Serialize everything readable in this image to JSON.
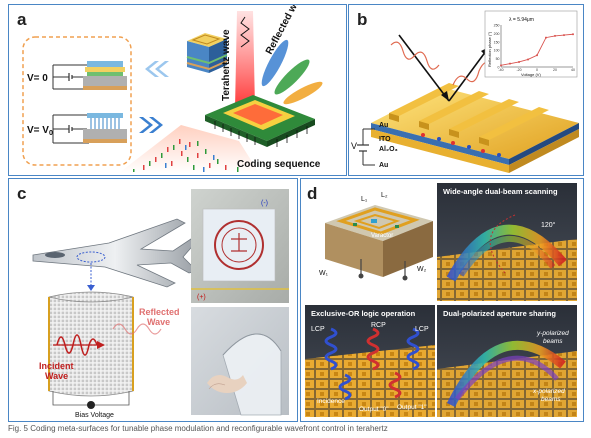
{
  "panel_a": {
    "letter": "a",
    "voltage_top": "V= 0",
    "voltage_bottom": "V= V",
    "voltage_bottom_sub": "0",
    "terahertz_label": "Terahertz wave",
    "reflected_label": "Reflected wave",
    "coding_label": "Coding sequence"
  },
  "panel_b": {
    "letter": "b",
    "inset_title": "λ = 5.94μm",
    "inset_ylabel": "Reflection phase (°)",
    "inset_xlabel": "Voltage (V)",
    "inset_yticks": [
      "250",
      "200",
      "150",
      "100",
      "50",
      "0"
    ],
    "inset_xticks": [
      "-40",
      "-20",
      "0",
      "20",
      "40"
    ],
    "layer_au_top": "Au",
    "layer_ito": "ITO",
    "layer_al2o3": "Al₂O₃",
    "layer_au_bottom": "Au",
    "voltage_label": "V"
  },
  "panel_c": {
    "letter": "c",
    "incident_label": "Incident\nWave",
    "reflected_label": "Reflected\nWave",
    "bias_label": "Bias Voltage",
    "minus_label": "(-)",
    "plus_label": "(+)"
  },
  "panel_d": {
    "letter": "d",
    "dim_l1": "L₁",
    "dim_l2": "L₂",
    "dim_w1": "W₁",
    "dim_w2": "W₂",
    "varactor_label": "Varactor",
    "scan_title": "Wide-angle dual-beam scanning",
    "angle_label": "120°",
    "xor_title": "Exclusive-OR logic operation",
    "lcp_left": "LCP",
    "rcp_label": "RCP",
    "lcp_right": "LCP",
    "incidence_label": "Incidence",
    "output0_label": "Output \"0\"",
    "output1_label": "Output \"1\"",
    "aperture_title": "Dual-polarized aperture sharing",
    "ypol_label": "y-polarized\nbeams",
    "xpol_label": "x-polarized\nbeams"
  },
  "inset_chart": {
    "chart_data": {
      "type": "line",
      "x": [
        -40,
        -30,
        -20,
        -10,
        0,
        10,
        20,
        30,
        40
      ],
      "y": [
        10,
        20,
        30,
        45,
        70,
        175,
        185,
        190,
        195
      ],
      "xlim": [
        -40,
        40
      ],
      "ylim": [
        0,
        250
      ]
    },
    "line_color": "#d9534f"
  },
  "caption": {
    "text": "Fig. 5 Coding meta-surfaces for tunable phase modulation and reconfigurable wavefront control in terahertz"
  }
}
